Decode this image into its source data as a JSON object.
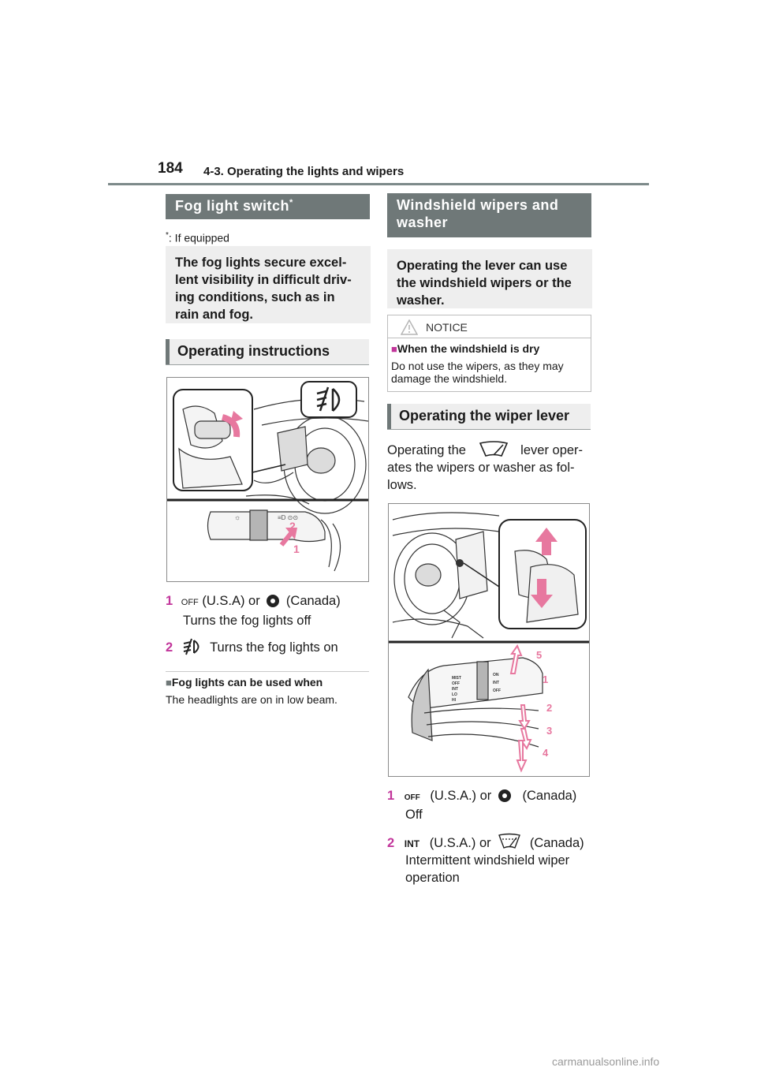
{
  "header": {
    "page_number": "184",
    "section": "4-3. Operating the lights and wipers"
  },
  "left": {
    "title": "Fog light switch",
    "title_mark": "*",
    "footnote_mark": "*",
    "footnote": ": If equipped",
    "intro": "The fog lights secure excel-lent visibility in difficult driv-ing conditions, such as in rain and fog.",
    "subhead": "Operating instructions",
    "figure_labels": {
      "one": "1",
      "two": "2"
    },
    "items": [
      {
        "num": "1",
        "icon_text": "OFF",
        "text": "(U.S.A) or",
        "text2": "(Canada)",
        "desc": "Turns the fog lights off"
      },
      {
        "num": "2",
        "desc": "Turns the fog lights on"
      }
    ],
    "note_heading": "Fog lights can be used when",
    "note_text": "The headlights are on in low beam."
  },
  "right": {
    "title": "Windshield wipers and washer",
    "intro": "Operating the lever can use the windshield wipers or the washer.",
    "notice": {
      "label": "NOTICE",
      "heading": "When the windshield is dry",
      "text": "Do not use the wipers, as they may damage the windshield."
    },
    "subhead": "Operating the wiper lever",
    "op_text_a": "Operating the",
    "op_text_b": "lever oper-",
    "op_text_c": "ates the wipers or washer as fol-",
    "op_text_d": "lows.",
    "figure_labels": [
      "5",
      "1",
      "2",
      "3",
      "4"
    ],
    "lever_labels": {
      "mist": "MIST",
      "off": "OFF",
      "int": "INT",
      "lo": "LO",
      "hi": "HI",
      "on": "ON",
      "int2": "INT",
      "off2": "OFF"
    },
    "items": [
      {
        "num": "1",
        "icon_text": "OFF",
        "text": "(U.S.A.) or",
        "text2": "(Canada)",
        "desc": "Off"
      },
      {
        "num": "2",
        "icon_text": "INT",
        "text": "(U.S.A.) or",
        "text2": "(Canada)",
        "desc": "Intermittent windshield wiper operation"
      }
    ]
  },
  "watermark": "carmanualsonline.info"
}
